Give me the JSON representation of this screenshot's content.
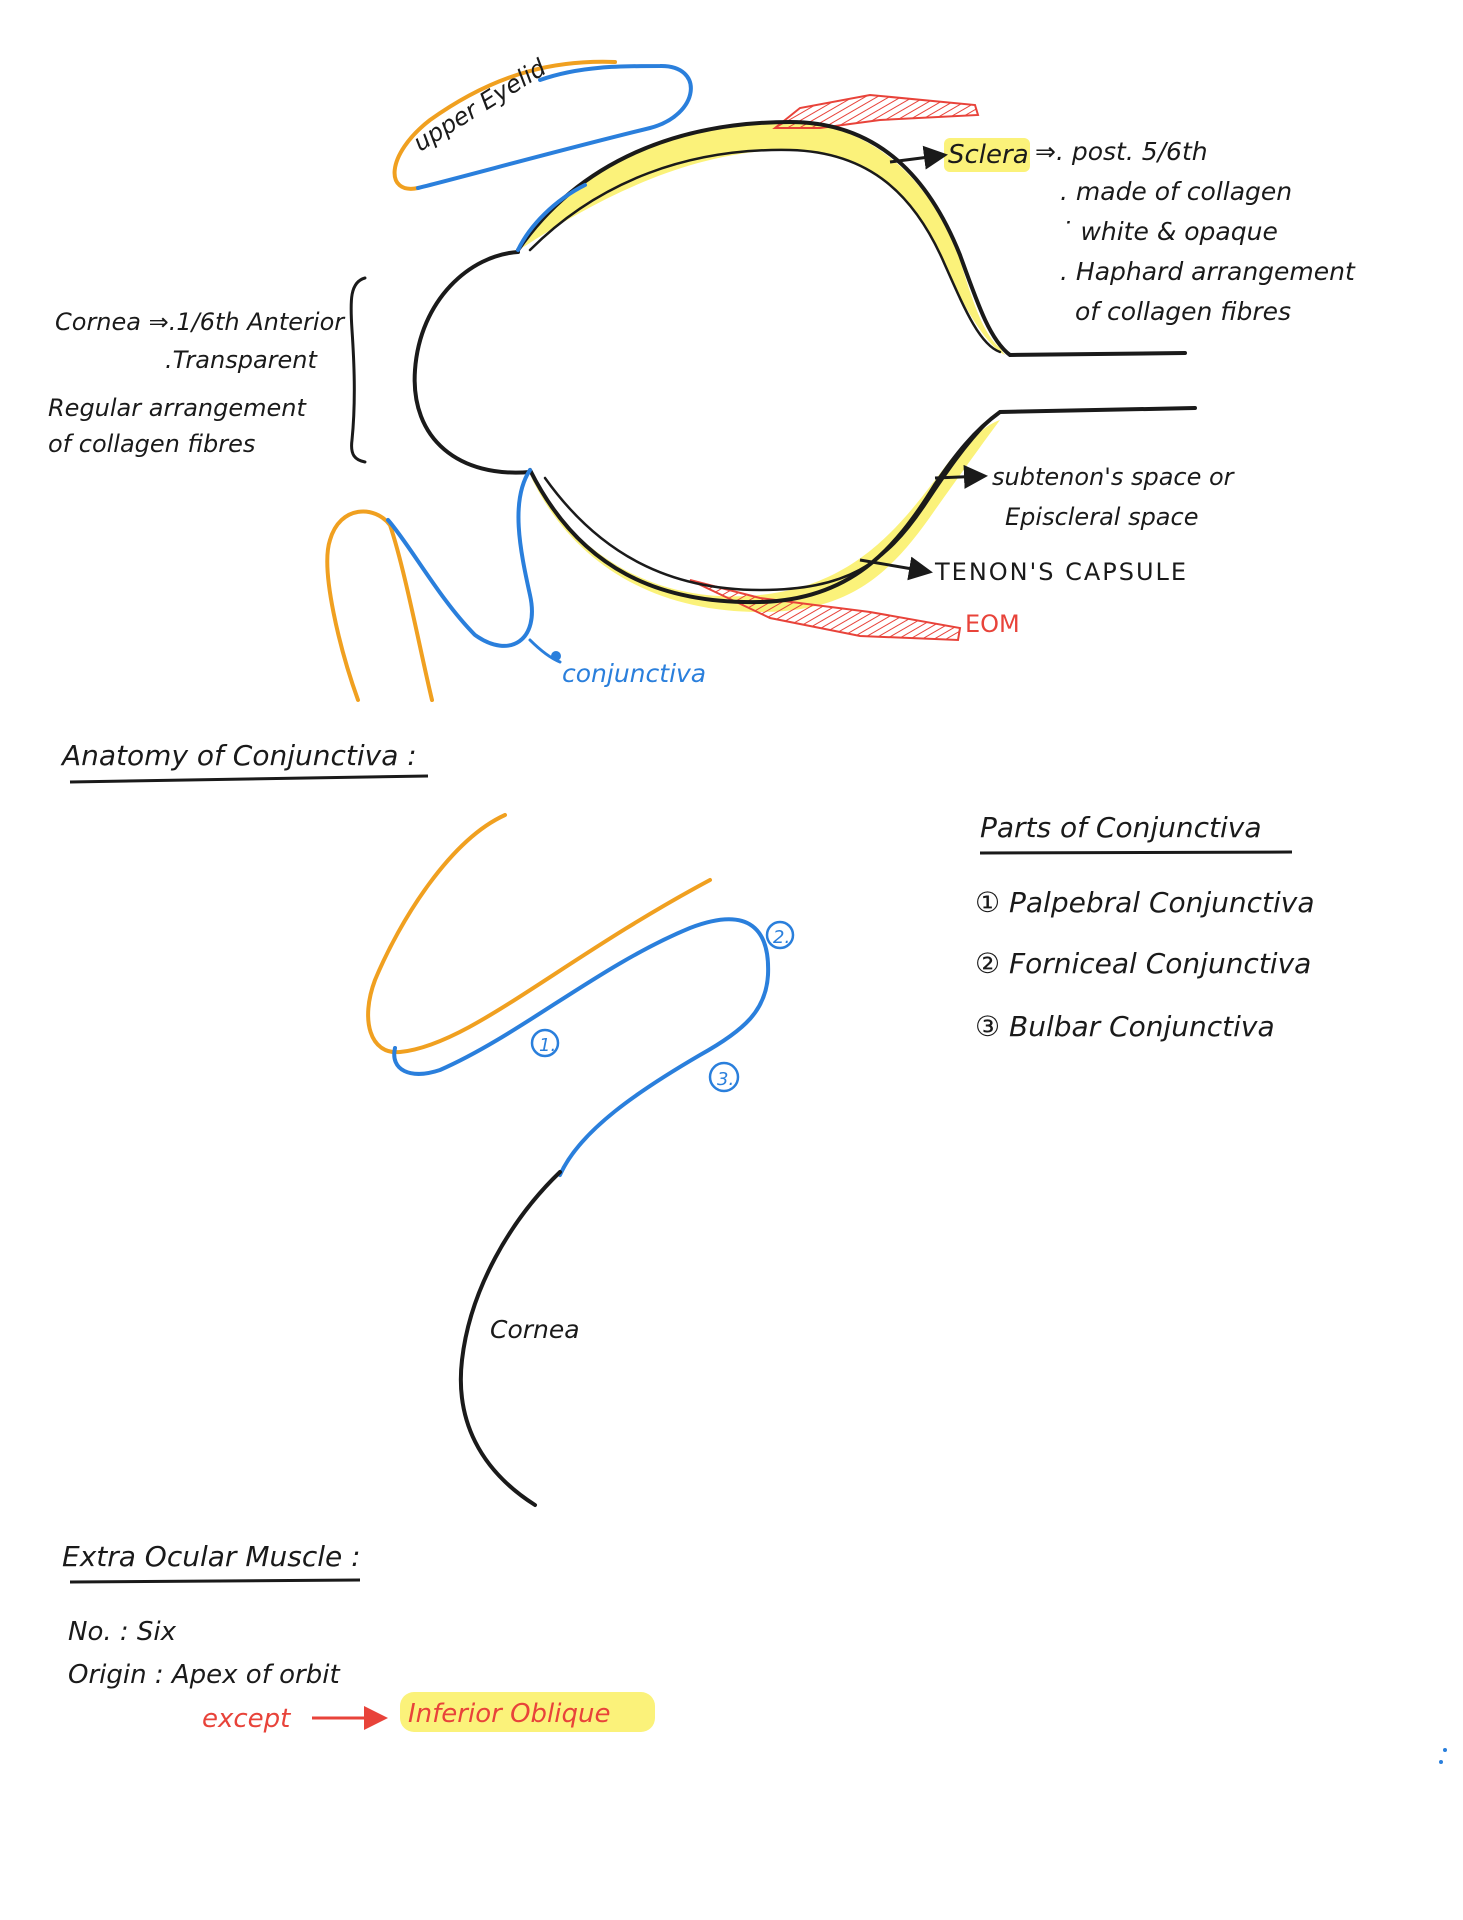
{
  "diagram1": {
    "upper_eyelid": "upper Eyelid",
    "sclera": "Sclera",
    "sclera_notes": [
      "⇒. post. 5/6th",
      ". made of collagen",
      "˙ white & opaque",
      ". Haphard arrangement",
      "of collagen fibres"
    ],
    "cornea_notes": [
      "Cornea ⇒.1/6th Anterior",
      ".Transparent",
      "Regular arrangement",
      "of collagen fibres"
    ],
    "subtenon": [
      "subtenon's space or",
      "Episcleral space"
    ],
    "tenon": "TENON'S CAPSULE",
    "eom": "EOM",
    "conjunctiva": "conjunctiva"
  },
  "section2": {
    "heading": "Anatomy of Conjunctiva :",
    "parts_heading": "Parts of Conjunctiva",
    "parts": [
      "① Palpebral Conjunctiva",
      "② Forniceal Conjunctiva",
      "③ Bulbar Conjunctiva"
    ],
    "markers": [
      "1.",
      "2.",
      "3."
    ],
    "cornea_label": "Cornea"
  },
  "section3": {
    "heading": "Extra Ocular Muscle :",
    "number_line": "No. : Six",
    "origin_line": "Origin : Apex of orbit",
    "except": "except",
    "exception": "Inferior Oblique"
  },
  "colors": {
    "ink": "#1a1a1a",
    "conjunctiva_blue": "#2a7fdc",
    "eyelid_orange": "#f0a020",
    "muscle_red": "#e8433a",
    "highlight_yellow": "#fbf27a"
  }
}
